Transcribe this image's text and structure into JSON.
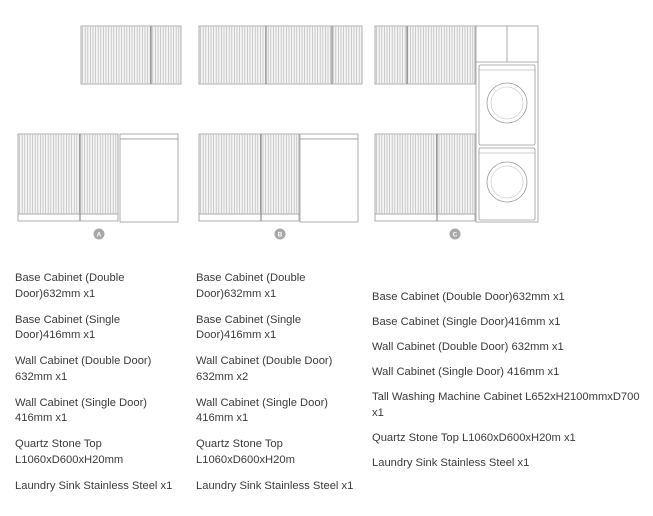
{
  "configurations": [
    {
      "badge": "A",
      "items": [
        "Base Cabinet (Double Door)632mm x1",
        "Base Cabinet (Single Door)416mm x1",
        "Wall Cabinet (Double Door) 632mm x1",
        "Wall Cabinet (Single Door) 416mm x1",
        "Quartz Stone Top L1060xD600xH20mm",
        "Laundry Sink Stainless Steel x1"
      ]
    },
    {
      "badge": "B",
      "items": [
        "Base Cabinet (Double Door)632mm x1",
        "Base Cabinet (Single Door)416mm x1",
        "Wall Cabinet (Double Door) 632mm x2",
        "Wall Cabinet (Single Door) 416mm x1",
        "Quartz Stone Top L1060xD600xH20m",
        "Laundry Sink Stainless Steel x1"
      ]
    },
    {
      "badge": "C",
      "items": [
        "Base Cabinet (Double Door)632mm x1",
        "Base Cabinet (Single Door)416mm x1",
        "Wall Cabinet (Double Door) 632mm x1",
        "Wall Cabinet (Single Door) 416mm x1",
        "Tall Washing Machine Cabinet L652xH2100mmxD700 x1",
        "Quartz Stone Top L1060xD600xH20m x1",
        "Laundry Sink Stainless Steel x1"
      ]
    }
  ],
  "colors": {
    "outline": "#9a9a9a",
    "flute": "#b8b8b8",
    "badge": "#a8a8a8",
    "text": "#3b3b3b"
  }
}
